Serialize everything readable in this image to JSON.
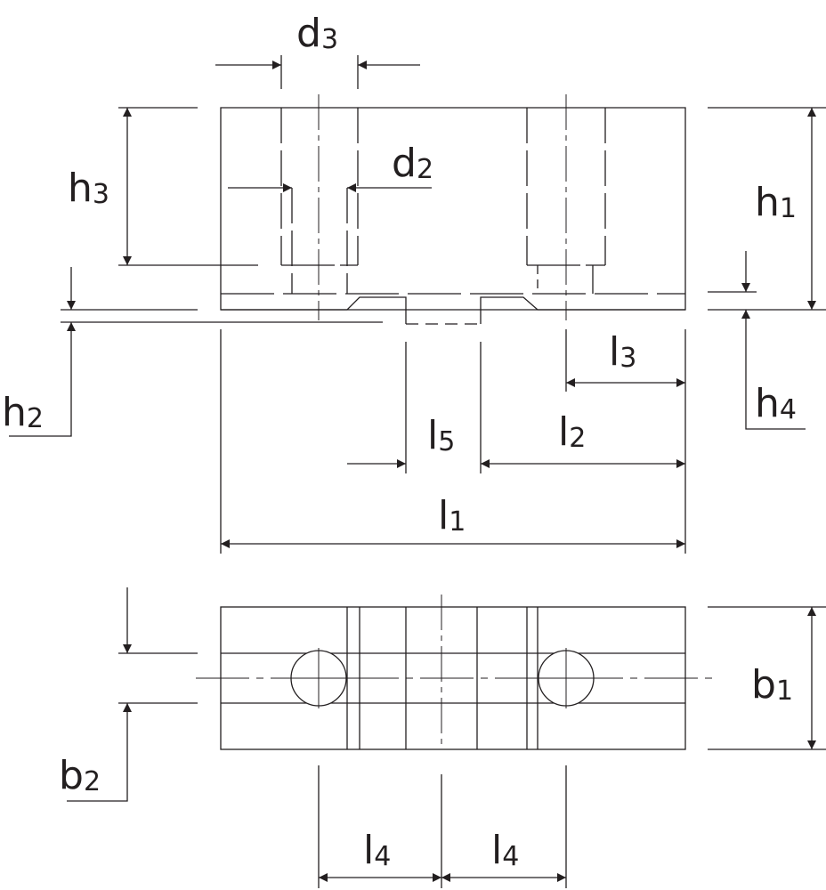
{
  "labels": {
    "d3": {
      "letter": "d",
      "sub": "3"
    },
    "d2": {
      "letter": "d",
      "sub": "2"
    },
    "h3": {
      "letter": "h",
      "sub": "3"
    },
    "h1": {
      "letter": "h",
      "sub": "1"
    },
    "h2": {
      "letter": "h",
      "sub": "2"
    },
    "h4": {
      "letter": "h",
      "sub": "4"
    },
    "l3": {
      "letter": "l",
      "sub": "3"
    },
    "l5": {
      "letter": "l",
      "sub": "5"
    },
    "l2": {
      "letter": "l",
      "sub": "2"
    },
    "l1": {
      "letter": "l",
      "sub": "1"
    },
    "b1": {
      "letter": "b",
      "sub": "1"
    },
    "b2": {
      "letter": "b",
      "sub": "2"
    },
    "l4_left": {
      "letter": "l",
      "sub": "4"
    },
    "l4_right": {
      "letter": "l",
      "sub": "4"
    }
  },
  "colors": {
    "line": "#231f20",
    "background": "#ffffff"
  }
}
